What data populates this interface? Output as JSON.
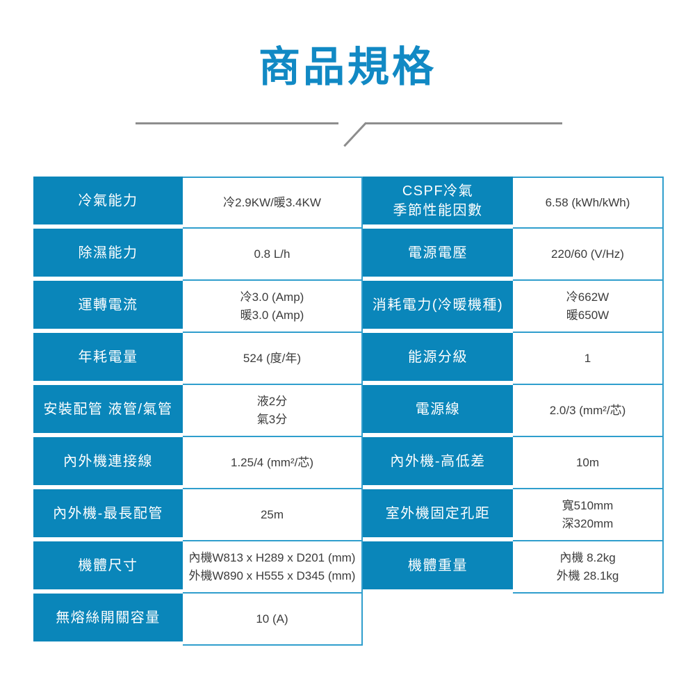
{
  "header": {
    "title": "商品規格"
  },
  "colors": {
    "title_blue": "#1189c4",
    "cell_blue": "#0a86ba",
    "border_blue": "#2f9ecd",
    "divider_gray": "#8d8d8d",
    "value_text": "#3c3c3c",
    "label_text": "#ffffff"
  },
  "table": {
    "left_rows": [
      {
        "label": [
          "冷氣能力"
        ],
        "value": [
          "冷2.9KW/暖3.4KW"
        ]
      },
      {
        "label": [
          "除濕能力"
        ],
        "value": [
          "0.8 L/h"
        ]
      },
      {
        "label": [
          "運轉電流"
        ],
        "value": [
          "冷3.0 (Amp)",
          "暖3.0 (Amp)"
        ]
      },
      {
        "label": [
          "年耗電量"
        ],
        "value": [
          "524 (度/年)"
        ]
      },
      {
        "label": [
          "安裝配管 液管/氣管"
        ],
        "value": [
          "液2分",
          "氣3分"
        ]
      },
      {
        "label": [
          "內外機連接線"
        ],
        "value": [
          "1.25/4 (mm²/芯)"
        ]
      },
      {
        "label": [
          "內外機-最長配管"
        ],
        "value": [
          "25m"
        ]
      },
      {
        "label": [
          "機體尺寸"
        ],
        "value": [
          "內機W813 x H289 x D201 (mm)",
          "外機W890 x H555 x D345 (mm)"
        ]
      },
      {
        "label": [
          "無熔絲開關容量"
        ],
        "value": [
          "10 (A)"
        ]
      }
    ],
    "right_rows": [
      {
        "label": [
          "CSPF冷氣",
          "季節性能因數"
        ],
        "value": [
          "6.58 (kWh/kWh)"
        ]
      },
      {
        "label": [
          "電源電壓"
        ],
        "value": [
          "220/60 (V/Hz)"
        ]
      },
      {
        "label": [
          "消耗電力(冷暖機種)"
        ],
        "value": [
          "冷662W",
          "暖650W"
        ]
      },
      {
        "label": [
          "能源分級"
        ],
        "value": [
          "1"
        ]
      },
      {
        "label": [
          "電源線"
        ],
        "value": [
          "2.0/3 (mm²/芯)"
        ]
      },
      {
        "label": [
          "內外機-高低差"
        ],
        "value": [
          "10m"
        ]
      },
      {
        "label": [
          "室外機固定孔距"
        ],
        "value": [
          "寬510mm",
          "深320mm"
        ]
      },
      {
        "label": [
          "機體重量"
        ],
        "value": [
          "內機 8.2kg",
          "外機 28.1kg"
        ]
      }
    ]
  }
}
